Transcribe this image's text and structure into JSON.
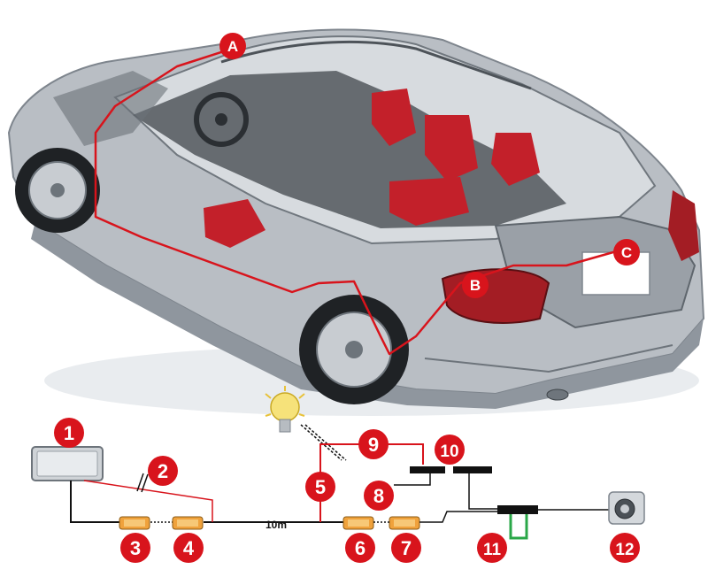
{
  "car_markers": {
    "a": "A",
    "b": "B",
    "c": "C"
  },
  "numbers": {
    "n1": "1",
    "n2": "2",
    "n3": "3",
    "n4": "4",
    "n5": "5",
    "n6": "6",
    "n7": "7",
    "n8": "8",
    "n9": "9",
    "n10": "10",
    "n11": "11",
    "n12": "12"
  },
  "cable_length": "10m",
  "colors": {
    "marker_red": "#d8141c",
    "cable_red": "#d8141c",
    "cable_black": "#111111",
    "ground_green": "#2aa748",
    "connector_orange": "#f0a23c",
    "car_body": "#b9bec4"
  },
  "icons": [
    "car-illustration",
    "bulb-icon",
    "monitor-icon",
    "camera-icon",
    "connector-icon",
    "fuse-icon"
  ]
}
